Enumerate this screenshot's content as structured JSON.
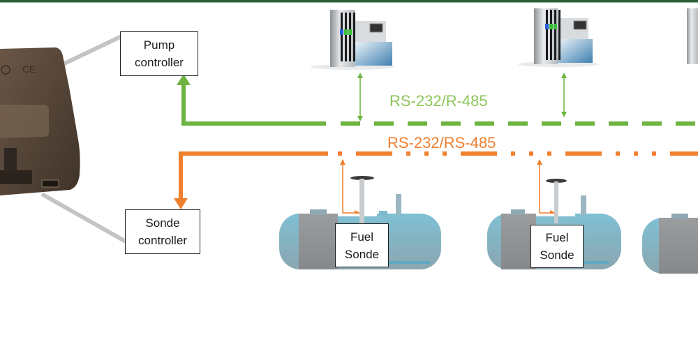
{
  "diagram": {
    "controller_device": {
      "marking": "CE"
    },
    "pump_controller": {
      "line1": "Pump",
      "line2": "controller"
    },
    "sonde_controller": {
      "line1": "Sonde",
      "line2": "controller"
    },
    "pump_bus": {
      "label": "RS-232/R-485",
      "color": "#6db33f"
    },
    "sonde_bus": {
      "label": "RS-232/RS-485",
      "color": "#f07f2e"
    },
    "fuel_sondes": [
      {
        "line1": "Fuel",
        "line2": "Sonde"
      },
      {
        "line1": "Fuel",
        "line2": "Sonde"
      }
    ],
    "colors": {
      "cable_gray": "#c4c4c4",
      "tank_blue": "#7fb9cc",
      "tank_gray": "#909496",
      "device_brown": "#5b4a3c"
    }
  }
}
